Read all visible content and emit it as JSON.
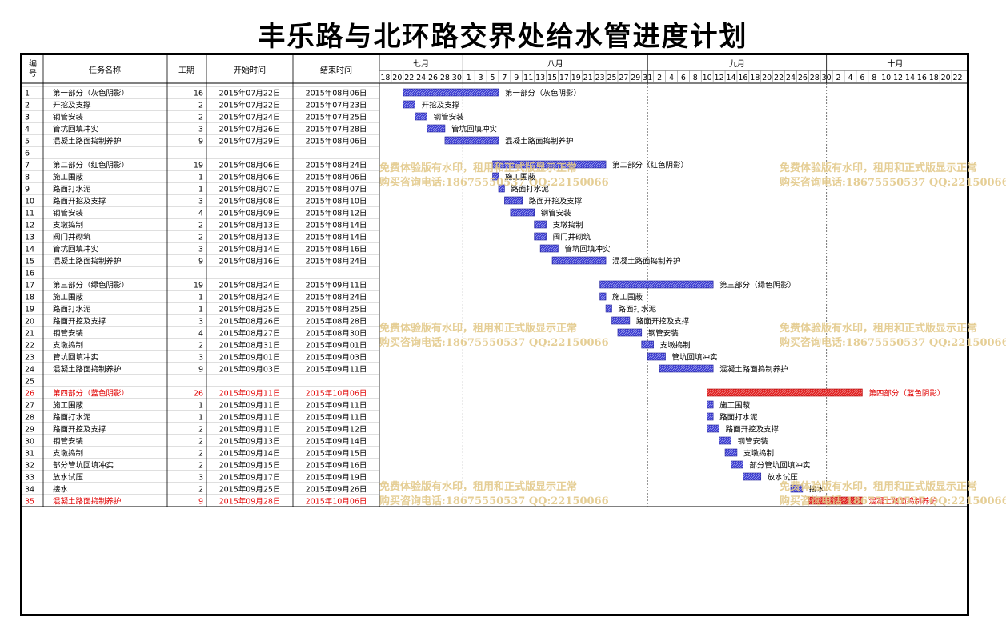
{
  "title": "丰乐路与北环路交界处给水管进度计划",
  "watermark": {
    "line1": "免费体验版有水印，租用和正式版显示正常",
    "line2": "购买咨询电话:18675550537 QQ:22150066"
  },
  "chart_data": {
    "type": "gantt",
    "columns": [
      "编号",
      "任务名称",
      "工期",
      "开始时间",
      "结束时间"
    ],
    "months": [
      "七月",
      "八月",
      "九月",
      "十月"
    ],
    "day_labels": [
      "18",
      "20",
      "22",
      "24",
      "26",
      "28",
      "30",
      "1",
      "3",
      "5",
      "7",
      "9",
      "11",
      "13",
      "15",
      "17",
      "19",
      "21",
      "23",
      "25",
      "27",
      "29",
      "31",
      "2",
      "4",
      "6",
      "8",
      "10",
      "12",
      "14",
      "16",
      "18",
      "20",
      "22",
      "24",
      "26",
      "28",
      "30",
      "2",
      "4",
      "6",
      "8",
      "10",
      "12",
      "14",
      "16",
      "18",
      "20",
      "22"
    ],
    "axis_start": "2015-07-18",
    "axis_end": "2015-10-24",
    "month_boundaries": [
      "2015-08-01",
      "2015-09-01",
      "2015-10-01"
    ],
    "colors": {
      "blue_bar": "#3333cc",
      "red_bar": "#e02020",
      "red_text": "#e00000",
      "grid": "#b0b0b0",
      "text": "#000000"
    },
    "tasks": [
      {
        "id": "1",
        "name": "第一部分（灰色阴影）",
        "duration": "16",
        "start": "2015年07月22日",
        "end": "2015年08月06日",
        "s": "2015-07-22",
        "e": "2015-08-06",
        "color": "blue"
      },
      {
        "id": "2",
        "name": "开挖及支撑",
        "duration": "2",
        "start": "2015年07月22日",
        "end": "2015年07月23日",
        "s": "2015-07-22",
        "e": "2015-07-23",
        "color": "blue"
      },
      {
        "id": "3",
        "name": "钢管安装",
        "duration": "2",
        "start": "2015年07月24日",
        "end": "2015年07月25日",
        "s": "2015-07-24",
        "e": "2015-07-25",
        "color": "blue"
      },
      {
        "id": "4",
        "name": "管坑回填冲实",
        "duration": "3",
        "start": "2015年07月26日",
        "end": "2015年07月28日",
        "s": "2015-07-26",
        "e": "2015-07-28",
        "color": "blue"
      },
      {
        "id": "5",
        "name": "混凝土路面捣制养护",
        "duration": "9",
        "start": "2015年07月29日",
        "end": "2015年08月06日",
        "s": "2015-07-29",
        "e": "2015-08-06",
        "color": "blue"
      },
      {
        "id": "6",
        "name": "",
        "duration": "",
        "start": "",
        "end": "",
        "s": "",
        "e": "",
        "color": ""
      },
      {
        "id": "7",
        "name": "第二部分（红色阴影）",
        "duration": "19",
        "start": "2015年08月06日",
        "end": "2015年08月24日",
        "s": "2015-08-06",
        "e": "2015-08-24",
        "color": "blue"
      },
      {
        "id": "8",
        "name": "施工围蔽",
        "duration": "1",
        "start": "2015年08月06日",
        "end": "2015年08月06日",
        "s": "2015-08-06",
        "e": "2015-08-06",
        "color": "blue"
      },
      {
        "id": "9",
        "name": "路面打水泥",
        "duration": "1",
        "start": "2015年08月07日",
        "end": "2015年08月07日",
        "s": "2015-08-07",
        "e": "2015-08-07",
        "color": "blue"
      },
      {
        "id": "10",
        "name": "路面开挖及支撑",
        "duration": "3",
        "start": "2015年08月08日",
        "end": "2015年08月10日",
        "s": "2015-08-08",
        "e": "2015-08-10",
        "color": "blue"
      },
      {
        "id": "11",
        "name": "钢管安装",
        "duration": "4",
        "start": "2015年08月09日",
        "end": "2015年08月12日",
        "s": "2015-08-09",
        "e": "2015-08-12",
        "color": "blue"
      },
      {
        "id": "12",
        "name": "支墩捣制",
        "duration": "2",
        "start": "2015年08月13日",
        "end": "2015年08月14日",
        "s": "2015-08-13",
        "e": "2015-08-14",
        "color": "blue"
      },
      {
        "id": "13",
        "name": "阀门井砌筑",
        "duration": "2",
        "start": "2015年08月13日",
        "end": "2015年08月14日",
        "s": "2015-08-13",
        "e": "2015-08-14",
        "color": "blue"
      },
      {
        "id": "14",
        "name": "管坑回填冲实",
        "duration": "3",
        "start": "2015年08月14日",
        "end": "2015年08月16日",
        "s": "2015-08-14",
        "e": "2015-08-16",
        "color": "blue"
      },
      {
        "id": "15",
        "name": "混凝土路面捣制养护",
        "duration": "9",
        "start": "2015年08月16日",
        "end": "2015年08月24日",
        "s": "2015-08-16",
        "e": "2015-08-24",
        "color": "blue"
      },
      {
        "id": "16",
        "name": "",
        "duration": "",
        "start": "",
        "end": "",
        "s": "",
        "e": "",
        "color": ""
      },
      {
        "id": "17",
        "name": "第三部分（绿色阴影）",
        "duration": "19",
        "start": "2015年08月24日",
        "end": "2015年09月11日",
        "s": "2015-08-24",
        "e": "2015-09-11",
        "color": "blue"
      },
      {
        "id": "18",
        "name": "施工围蔽",
        "duration": "1",
        "start": "2015年08月24日",
        "end": "2015年08月24日",
        "s": "2015-08-24",
        "e": "2015-08-24",
        "color": "blue"
      },
      {
        "id": "19",
        "name": "路面打水泥",
        "duration": "1",
        "start": "2015年08月25日",
        "end": "2015年08月25日",
        "s": "2015-08-25",
        "e": "2015-08-25",
        "color": "blue"
      },
      {
        "id": "20",
        "name": "路面开挖及支撑",
        "duration": "3",
        "start": "2015年08月26日",
        "end": "2015年08月28日",
        "s": "2015-08-26",
        "e": "2015-08-28",
        "color": "blue"
      },
      {
        "id": "21",
        "name": "钢管安装",
        "duration": "4",
        "start": "2015年08月27日",
        "end": "2015年08月30日",
        "s": "2015-08-27",
        "e": "2015-08-30",
        "color": "blue"
      },
      {
        "id": "22",
        "name": "支墩捣制",
        "duration": "2",
        "start": "2015年08月31日",
        "end": "2015年09月01日",
        "s": "2015-08-31",
        "e": "2015-09-01",
        "color": "blue"
      },
      {
        "id": "23",
        "name": "管坑回填冲实",
        "duration": "3",
        "start": "2015年09月01日",
        "end": "2015年09月03日",
        "s": "2015-09-01",
        "e": "2015-09-03",
        "color": "blue"
      },
      {
        "id": "24",
        "name": "混凝土路面捣制养护",
        "duration": "9",
        "start": "2015年09月03日",
        "end": "2015年09月11日",
        "s": "2015-09-03",
        "e": "2015-09-11",
        "color": "blue"
      },
      {
        "id": "25",
        "name": "",
        "duration": "",
        "start": "",
        "end": "",
        "s": "",
        "e": "",
        "color": ""
      },
      {
        "id": "26",
        "name": "第四部分（蓝色阴影）",
        "duration": "26",
        "start": "2015年09月11日",
        "end": "2015年10月06日",
        "s": "2015-09-11",
        "e": "2015-10-06",
        "color": "red"
      },
      {
        "id": "27",
        "name": "施工围蔽",
        "duration": "1",
        "start": "2015年09月11日",
        "end": "2015年09月11日",
        "s": "2015-09-11",
        "e": "2015-09-11",
        "color": "blue"
      },
      {
        "id": "28",
        "name": "路面打水泥",
        "duration": "1",
        "start": "2015年09月11日",
        "end": "2015年09月11日",
        "s": "2015-09-11",
        "e": "2015-09-11",
        "color": "blue"
      },
      {
        "id": "29",
        "name": "路面开挖及支撑",
        "duration": "2",
        "start": "2015年09月11日",
        "end": "2015年09月12日",
        "s": "2015-09-11",
        "e": "2015-09-12",
        "color": "blue"
      },
      {
        "id": "30",
        "name": "钢管安装",
        "duration": "2",
        "start": "2015年09月13日",
        "end": "2015年09月14日",
        "s": "2015-09-13",
        "e": "2015-09-14",
        "color": "blue"
      },
      {
        "id": "31",
        "name": "支墩捣制",
        "duration": "2",
        "start": "2015年09月14日",
        "end": "2015年09月15日",
        "s": "2015-09-14",
        "e": "2015-09-15",
        "color": "blue"
      },
      {
        "id": "32",
        "name": "部分管坑回填冲实",
        "duration": "2",
        "start": "2015年09月15日",
        "end": "2015年09月16日",
        "s": "2015-09-15",
        "e": "2015-09-16",
        "color": "blue"
      },
      {
        "id": "33",
        "name": "放水试压",
        "duration": "3",
        "start": "2015年09月17日",
        "end": "2015年09月19日",
        "s": "2015-09-17",
        "e": "2015-09-19",
        "color": "blue"
      },
      {
        "id": "34",
        "name": "接水",
        "duration": "2",
        "start": "2015年09月25日",
        "end": "2015年09月26日",
        "s": "2015-09-25",
        "e": "2015-09-26",
        "color": "blue"
      },
      {
        "id": "35",
        "name": "混凝土路面捣制养护",
        "duration": "9",
        "start": "2015年09月28日",
        "end": "2015年10月06日",
        "s": "2015-09-28",
        "e": "2015-10-06",
        "color": "red"
      }
    ]
  }
}
